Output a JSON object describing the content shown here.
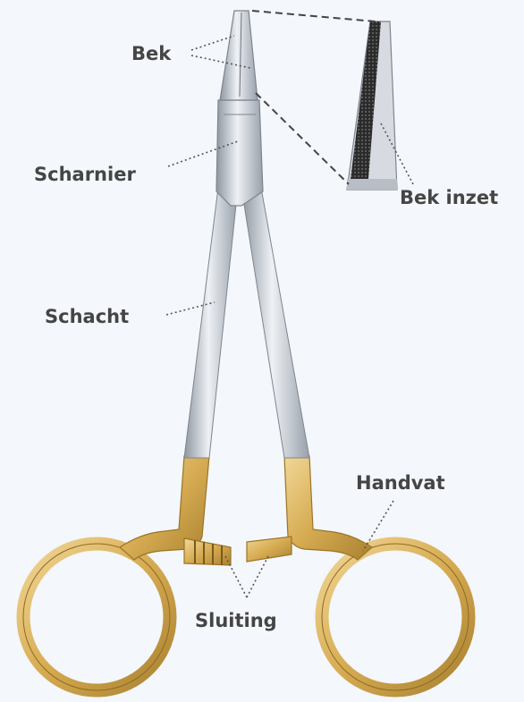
{
  "labels": {
    "bek": "Bek",
    "scharnier": "Scharnier",
    "schacht": "Schacht",
    "bek_inzet": "Bek inzet",
    "handvat": "Handvat",
    "sluiting": "Sluiting"
  },
  "colors": {
    "background": "#f4f7fb",
    "steel": "#c9ced6",
    "steel_dark": "#7d858f",
    "gold": "#d9b25c",
    "gold_dark": "#9a7426",
    "label_text": "#454545",
    "leader_line": "#555555"
  }
}
